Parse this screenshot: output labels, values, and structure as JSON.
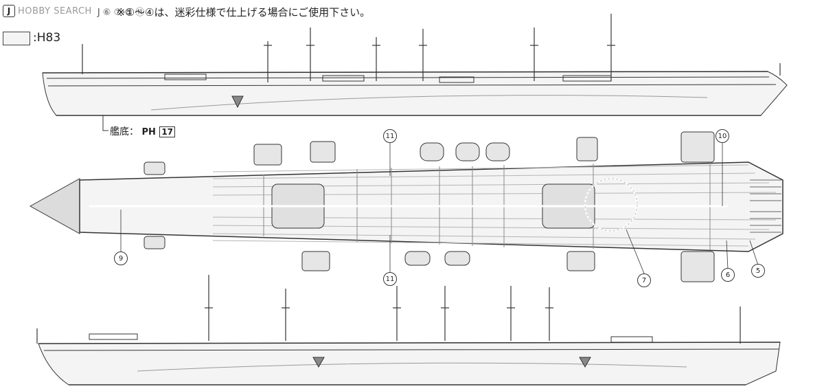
{
  "header": {
    "key_letter": "J",
    "watermark": "HOBBY SEARCH",
    "part_refs": "J ⑥ ⑦.⑤ ⑪",
    "note": "※①～④は、迷彩仕様で仕上げる場合にご使用下さい。"
  },
  "legend": {
    "swatch_label": ":H83"
  },
  "hull_bottom": {
    "label": "艦底：",
    "ref_prefix": "PH",
    "ref_number": "17"
  },
  "callouts": {
    "c5": "5",
    "c6": "6",
    "c7": "7",
    "c9": "9",
    "c10": "10",
    "c11_top": "11",
    "c11_bottom": "11"
  },
  "colors": {
    "hull_fill": "#f4f4f4",
    "line": "#333333",
    "deck_line": "#9a9a9a"
  }
}
